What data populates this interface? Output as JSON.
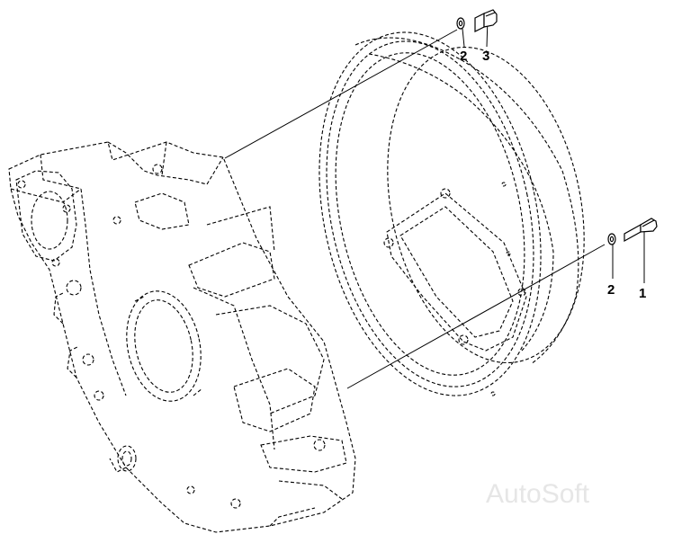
{
  "diagram": {
    "callouts": [
      {
        "id": "washer-top",
        "label": "2"
      },
      {
        "id": "bolt-top",
        "label": "3"
      },
      {
        "id": "washer-right",
        "label": "2"
      },
      {
        "id": "bolt-right",
        "label": "1"
      }
    ],
    "watermark": "AutoSoft",
    "line_color": "#000000"
  }
}
